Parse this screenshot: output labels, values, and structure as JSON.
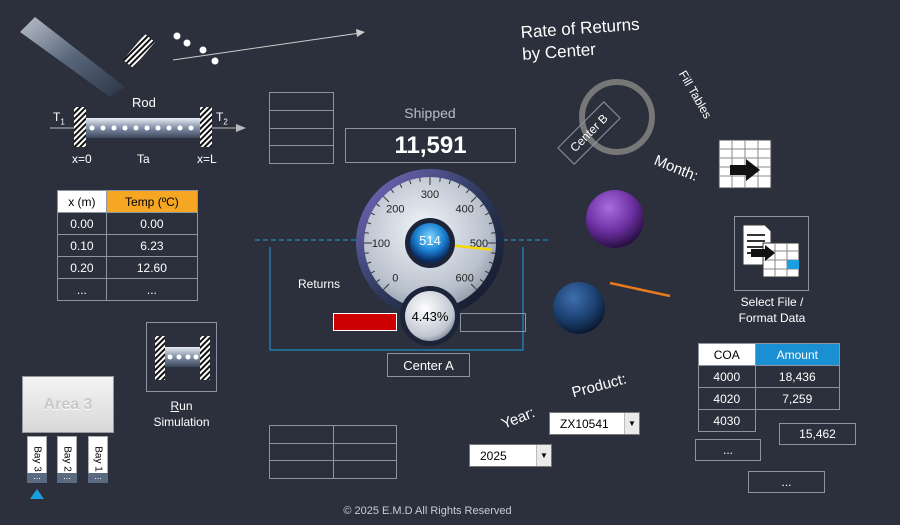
{
  "rod": {
    "title": "Rod",
    "t1": "T",
    "t1_sub": "1",
    "t2": "T",
    "t2_sub": "2",
    "x0": "x=0",
    "ta": "Ta",
    "xl": "x=L"
  },
  "temp_table": {
    "headers": [
      "x (m)",
      "Temp (ºC)"
    ],
    "rows": [
      [
        "0.00",
        "0.00"
      ],
      [
        "0.10",
        "6.23"
      ],
      [
        "0.20",
        "12.60"
      ],
      [
        "...",
        "..."
      ]
    ]
  },
  "run_simulation": {
    "label_r": "R",
    "label_rest": "un",
    "label_line2": "Simulation"
  },
  "area": {
    "title": "Area 3",
    "bays": [
      "Bay 3",
      "Bay 2",
      "Bay 1"
    ],
    "dots": "..."
  },
  "shipped": {
    "label": "Shipped",
    "value": "11,591"
  },
  "gauge": {
    "center_value": "514",
    "percent": "4.43%",
    "ticks": [
      "0",
      "100",
      "200",
      "300",
      "400",
      "500",
      "600"
    ],
    "value": 514,
    "min": 0,
    "max": 600
  },
  "returns_label": "Returns",
  "center_a": "Center A",
  "center_b": "Center B",
  "rate_title": [
    "Rate of Returns",
    "by Center"
  ],
  "fill_tables": "Fill Tables",
  "month_label": "Month:",
  "select_file": [
    "Select File /",
    "Format Data"
  ],
  "product": {
    "label": "Product:",
    "value": "ZX10541"
  },
  "year": {
    "label": "Year:",
    "value": "2025"
  },
  "coa_table": {
    "headers": [
      "COA",
      "Amount"
    ],
    "rows": [
      [
        "4000",
        "18,436"
      ],
      [
        "4020",
        "7,259"
      ],
      [
        "4030",
        ""
      ]
    ]
  },
  "total_value": "15,462",
  "ellipsis_1": "...",
  "ellipsis_2": "...",
  "copyright": "© 2025 E.M.D All Rights Reserved",
  "colors": {
    "background": "#2b303c",
    "temp_header": "#f5a623",
    "amount_header": "#1a8fd1",
    "purple_ball": "#6b2fa0",
    "blue_ball": "#1d4272",
    "red_bar": "#cc0000"
  }
}
